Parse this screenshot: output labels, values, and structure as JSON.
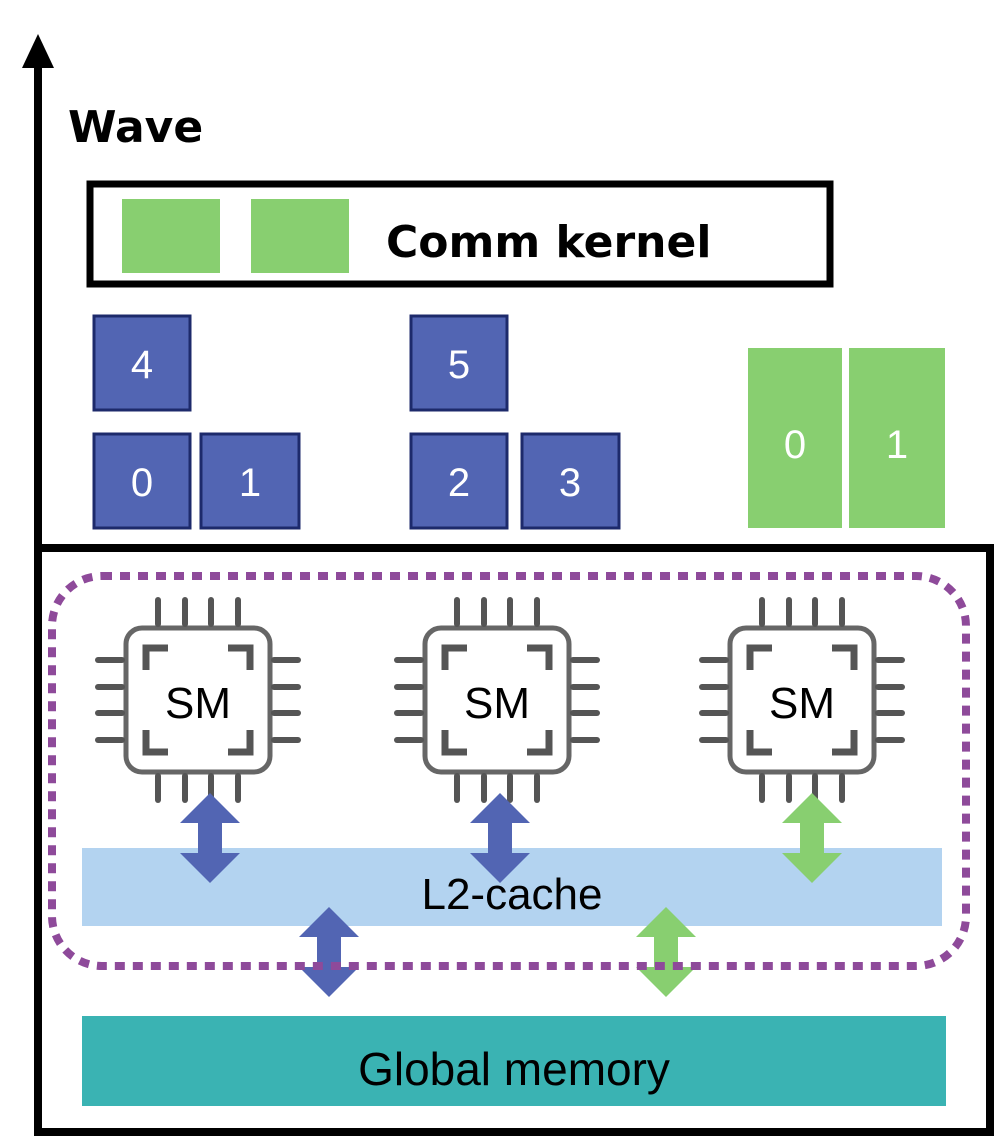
{
  "axis": {
    "label": "Wave"
  },
  "comm_kernel": {
    "label": "Comm kernel"
  },
  "blue_blocks": [
    "4",
    "5",
    "0",
    "1",
    "2",
    "3"
  ],
  "green_blocks": [
    "0",
    "1"
  ],
  "sm_labels": [
    "SM",
    "SM",
    "SM"
  ],
  "l2_cache": {
    "label": "L2-cache"
  },
  "global_memory": {
    "label": "Global memory"
  },
  "colors": {
    "blue_block": "#5265b3",
    "green_block": "#88cf70",
    "l2": "#b3d3f0",
    "global_memory": "#3ab3b3",
    "dotted_border": "#8e4a9a",
    "blue_arrow": "#5265b3",
    "green_arrow": "#88cf70"
  }
}
